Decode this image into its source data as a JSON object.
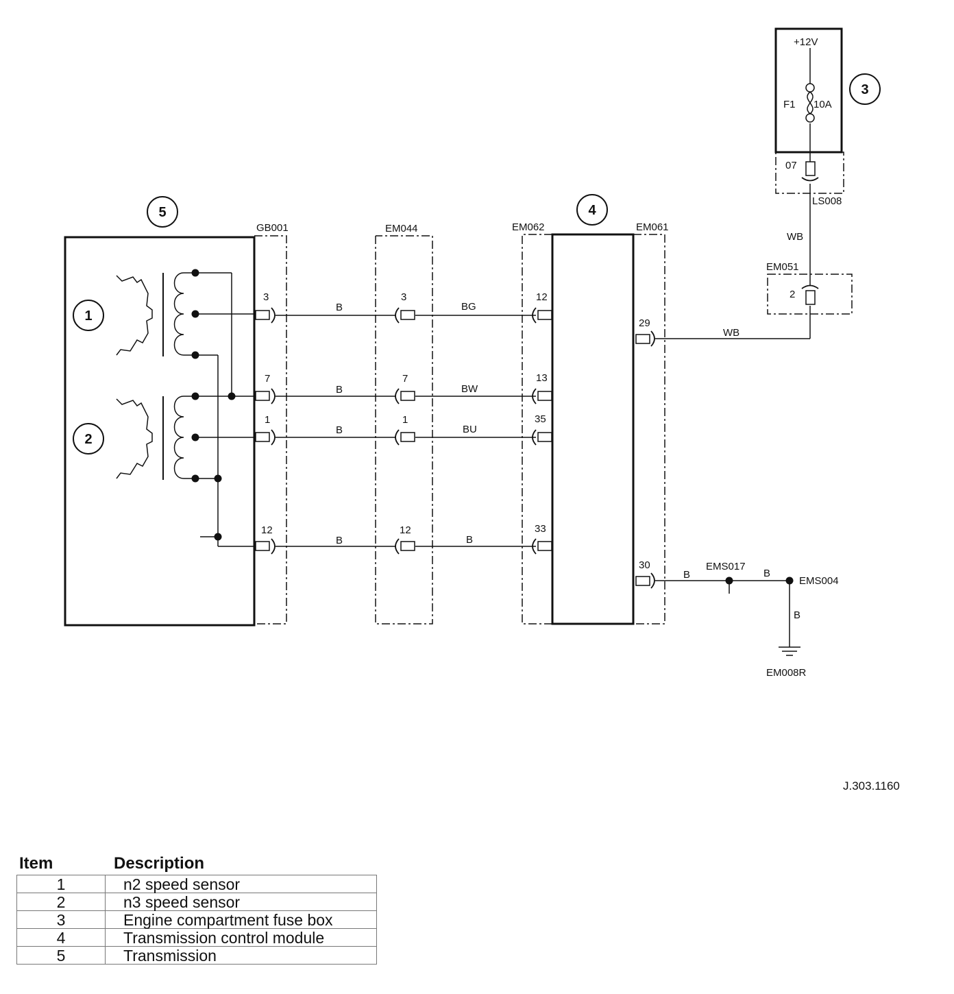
{
  "diagram": {
    "components": [
      {
        "number": "1"
      },
      {
        "number": "2"
      },
      {
        "number": "3"
      },
      {
        "number": "4"
      },
      {
        "number": "5"
      }
    ],
    "connectors": {
      "gb001": "GB001",
      "em044": "EM044",
      "em062": "EM062",
      "em061": "EM061",
      "em051": "EM051",
      "ls008": "LS008",
      "ems017": "EMS017",
      "ems004": "EMS004",
      "em008r": "EM008R"
    },
    "fuse": {
      "supply": "+12V",
      "name": "F1",
      "rating": "10A",
      "pin": "07"
    },
    "em051_pin": "2",
    "wires": {
      "circuit1": {
        "pin_gb": "3",
        "color_a": "B",
        "pin_em044": "3",
        "color_b": "BG",
        "pin_tcm": "12"
      },
      "circuit2": {
        "pin_gb": "7",
        "color_a": "B",
        "pin_em044": "7",
        "color_b": "BW",
        "pin_tcm": "13"
      },
      "circuit3": {
        "pin_gb": "1",
        "color_a": "B",
        "pin_em044": "1",
        "color_b": "BU",
        "pin_tcm": "35"
      },
      "circuit4": {
        "pin_gb": "12",
        "color_a": "B",
        "pin_em044": "12",
        "color_b": "B",
        "pin_tcm": "33"
      },
      "power": {
        "pin_tcm": "29",
        "color": "WB",
        "color_vertical": "WB"
      },
      "ground": {
        "pin_tcm": "30",
        "color_1": "B",
        "color_2": "B",
        "color_3": "B"
      }
    },
    "doc_id": "J.303.1160"
  },
  "legend": {
    "header_item": "Item",
    "header_description": "Description",
    "rows": [
      {
        "item": "1",
        "description": "n2 speed sensor"
      },
      {
        "item": "2",
        "description": "n3 speed sensor"
      },
      {
        "item": "3",
        "description": "Engine compartment fuse box"
      },
      {
        "item": "4",
        "description": "Transmission control module"
      },
      {
        "item": "5",
        "description": "Transmission"
      }
    ]
  }
}
